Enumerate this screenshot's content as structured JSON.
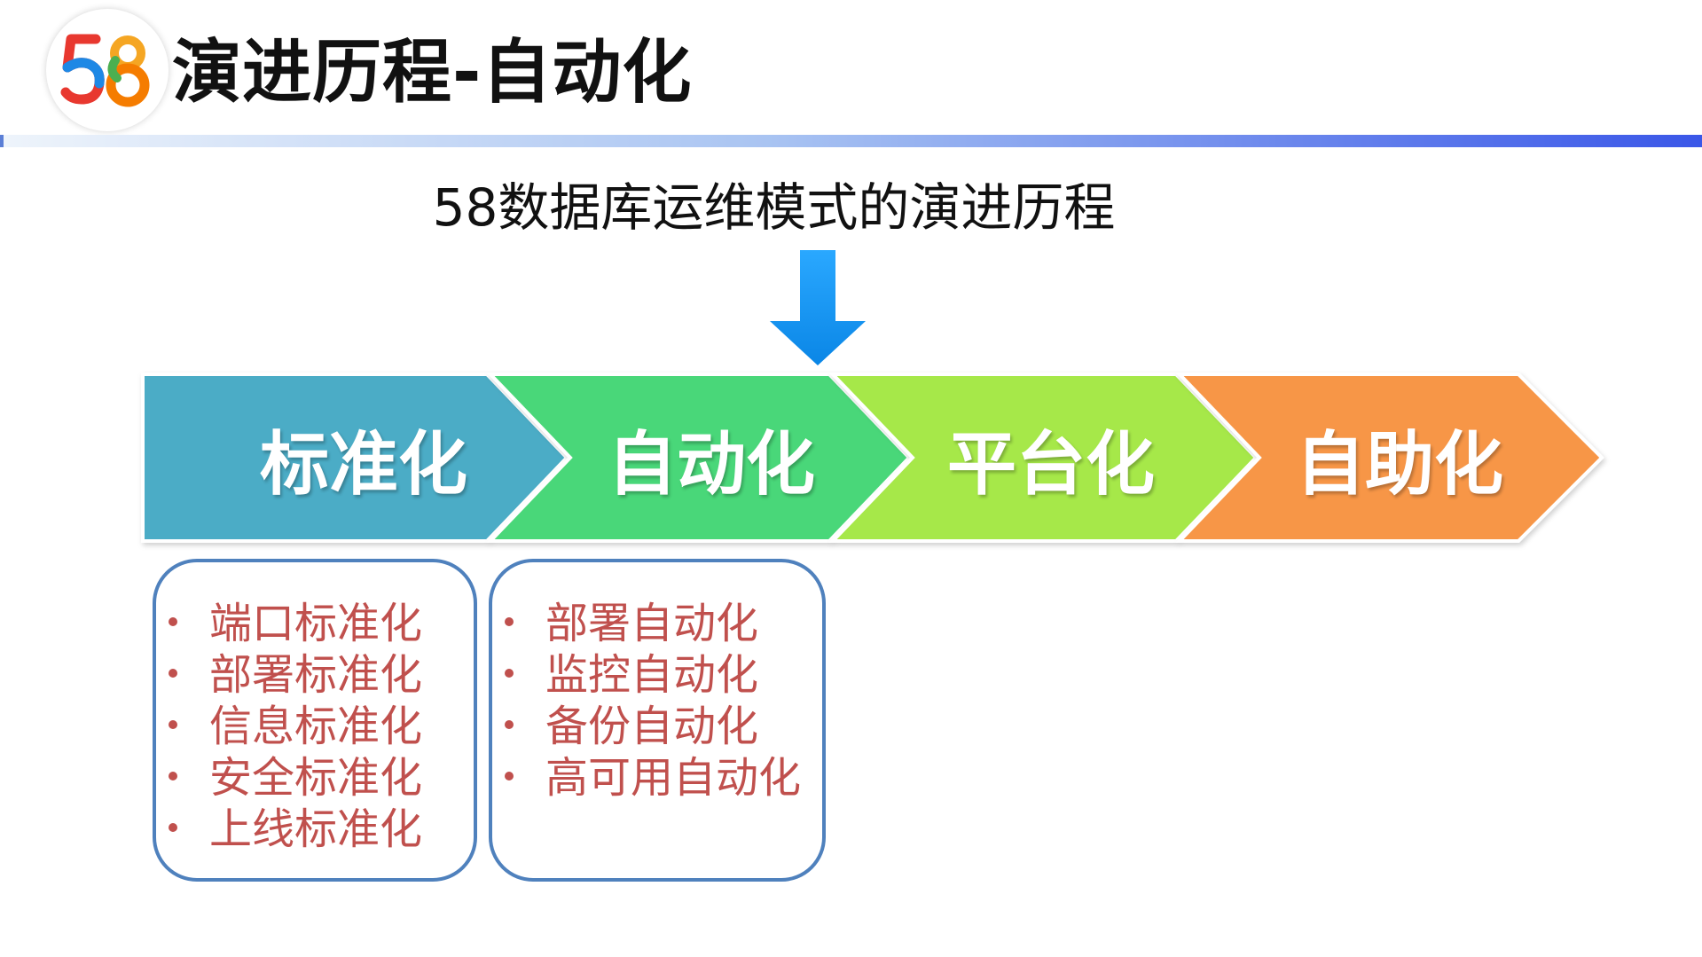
{
  "header": {
    "logo_text": "58",
    "title": "演进历程-自动化"
  },
  "subtitle": "58数据库运维模式的演进历程",
  "stages": [
    {
      "label": "标准化",
      "color": "#4bacc6"
    },
    {
      "label": "自动化",
      "color": "#4ad779"
    },
    {
      "label": "平台化",
      "color": "#a6e84a"
    },
    {
      "label": "自助化",
      "color": "#f79646"
    }
  ],
  "current_stage_marker": {
    "stage": "自动化",
    "color": "#1f9cf4"
  },
  "standardization_items": [
    "端口标准化",
    "部署标准化",
    "信息标准化",
    "安全标准化",
    "上线标准化"
  ],
  "automation_items": [
    "部署自动化",
    "监控自动化",
    "备份自动化",
    "高可用自动化"
  ],
  "colors": {
    "list_text": "#c0504d",
    "box_border": "#4f81bd",
    "rule_start": "#e6f0fb",
    "rule_end": "#3f5fe6"
  }
}
